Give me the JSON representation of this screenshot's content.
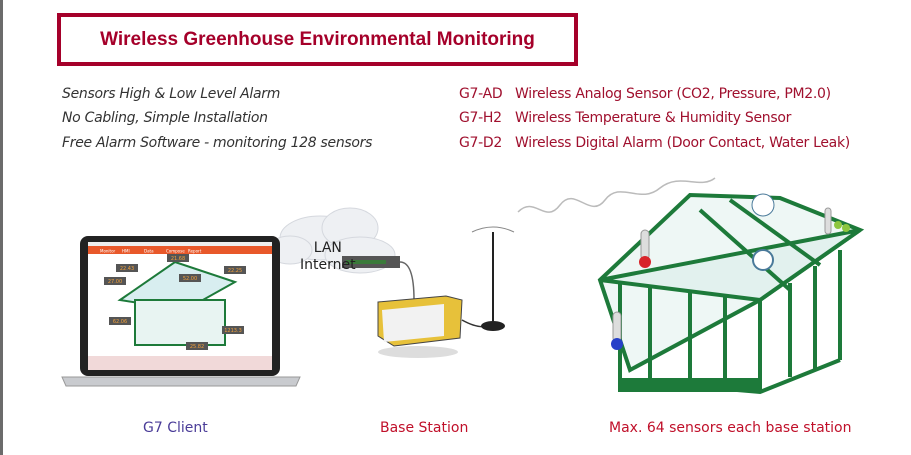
{
  "title": "Wireless Greenhouse Environmental Monitoring",
  "features": [
    "Sensors High & Low Level Alarm",
    "No Cabling, Simple Installation",
    "Free Alarm Software - monitoring 128 sensors"
  ],
  "models": [
    {
      "code": "G7-AD",
      "desc": "Wireless Analog Sensor (CO2, Pressure, PM2.0)"
    },
    {
      "code": "G7-H2",
      "desc": "Wireless Temperature & Humidity Sensor"
    },
    {
      "code": "G7-D2",
      "desc": "Wireless Digital Alarm (Door Contact, Water Leak)"
    }
  ],
  "network": {
    "lan": "LAN",
    "internet": "Internet"
  },
  "captions": {
    "client": "G7 Client",
    "base": "Base Station",
    "sensors": "Max. 64 sensors each base station"
  },
  "client_screen": {
    "menu": [
      "Monitor",
      "HMI",
      "Data",
      "Compose",
      "Report"
    ],
    "readings": [
      "22.43",
      "21.68",
      "22.25",
      "27.00",
      "52.00",
      "62.06",
      "1213.3",
      "25.82"
    ]
  },
  "colors": {
    "title": "#a5002a",
    "model": "#a0102e",
    "client_caption": "#4a3c98",
    "red_caption": "#c0102a",
    "greenhouse": "#1d7a3a",
    "toolbar": "#e8582a"
  }
}
